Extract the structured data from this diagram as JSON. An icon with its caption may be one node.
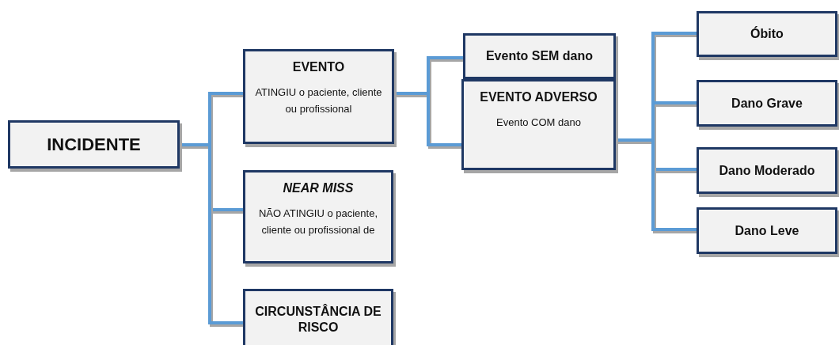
{
  "diagram": {
    "nodes": [
      {
        "text": [
          "INCIDENTE"
        ]
      },
      {
        "text": [
          "EVENTO",
          "ATINGIU o paciente, cliente ou profissional"
        ]
      },
      {
        "text": [
          "NEAR MISS",
          "NÃO ATINGIU o paciente, cliente ou profissional de"
        ]
      },
      {
        "text": [
          "CIRCUNSTÂNCIA DE RISCO"
        ]
      },
      {
        "text": [
          "Evento SEM dano"
        ]
      },
      {
        "text": [
          "EVENTO ADVERSO",
          "Evento COM dano"
        ]
      },
      {
        "text": [
          "Óbito"
        ]
      },
      {
        "text": [
          "Dano Grave"
        ]
      },
      {
        "text": [
          "Dano Moderado"
        ]
      },
      {
        "text": [
          "Dano Leve"
        ]
      }
    ],
    "edges": [
      {
        "from": 0,
        "to": 1,
        "arrow": "none"
      },
      {
        "from": 0,
        "to": 2,
        "arrow": "none"
      },
      {
        "from": 0,
        "to": 3,
        "arrow": "none"
      },
      {
        "from": 1,
        "to": 4,
        "arrow": "none"
      },
      {
        "from": 1,
        "to": 5,
        "arrow": "none"
      },
      {
        "from": 5,
        "to": 6,
        "arrow": "none"
      },
      {
        "from": 5,
        "to": 7,
        "arrow": "none"
      },
      {
        "from": 5,
        "to": 8,
        "arrow": "none"
      },
      {
        "from": 5,
        "to": 9,
        "arrow": "none"
      }
    ]
  }
}
